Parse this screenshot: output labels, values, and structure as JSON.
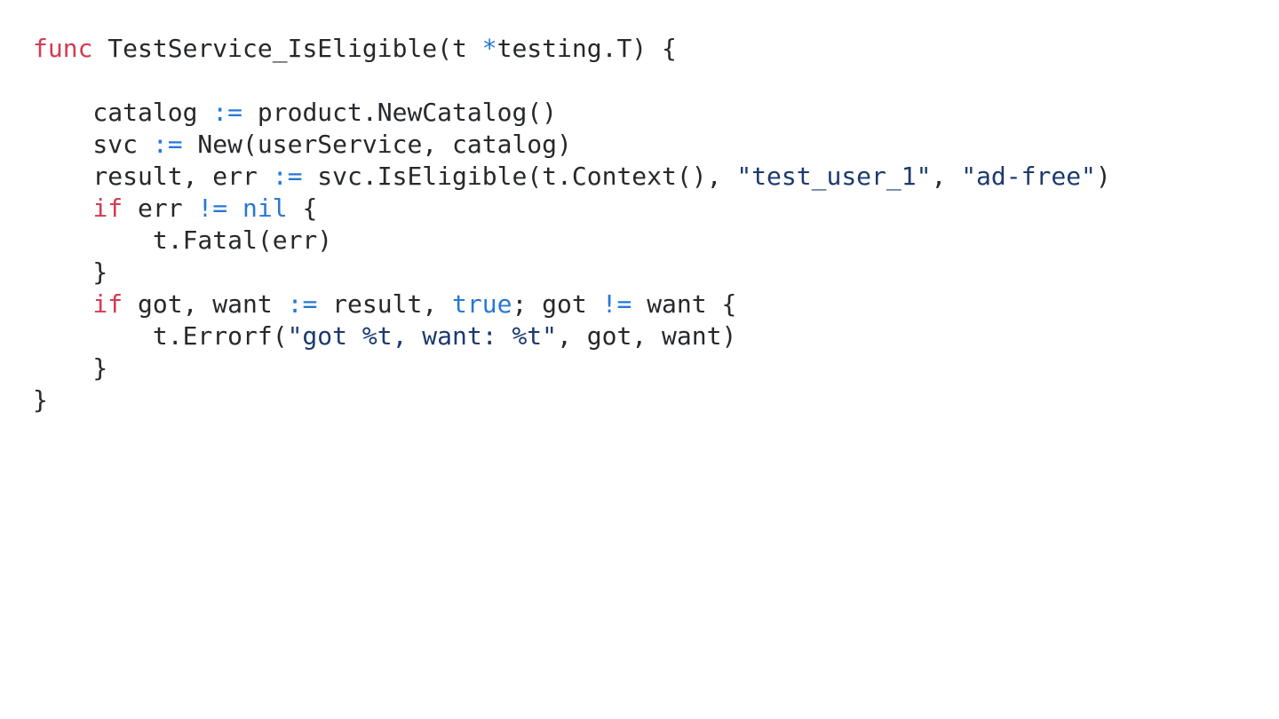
{
  "editor": {
    "language": "go",
    "background": "#ffffff",
    "palette": {
      "default": "#26282c",
      "keyword": "#d63a52",
      "builtin": "#2878d2",
      "string": "#1c3a6e"
    },
    "code_lines": [
      {
        "tokens": [
          {
            "c": "keyword",
            "t": "func"
          },
          {
            "c": "default",
            "t": " TestService_IsEligible(t "
          },
          {
            "c": "builtin",
            "t": "*"
          },
          {
            "c": "default",
            "t": "testing.T) {"
          }
        ]
      },
      {
        "tokens": []
      },
      {
        "tokens": [
          {
            "c": "default",
            "t": "    catalog "
          },
          {
            "c": "builtin",
            "t": ":="
          },
          {
            "c": "default",
            "t": " product.NewCatalog()"
          }
        ]
      },
      {
        "tokens": [
          {
            "c": "default",
            "t": "    svc "
          },
          {
            "c": "builtin",
            "t": ":="
          },
          {
            "c": "default",
            "t": " New(userService, catalog)"
          }
        ]
      },
      {
        "tokens": [
          {
            "c": "default",
            "t": "    result, err "
          },
          {
            "c": "builtin",
            "t": ":="
          },
          {
            "c": "default",
            "t": " svc.IsEligible(t.Context(), "
          },
          {
            "c": "string",
            "t": "\"test_user_1\""
          },
          {
            "c": "default",
            "t": ", "
          },
          {
            "c": "string",
            "t": "\"ad-free\""
          },
          {
            "c": "default",
            "t": ")"
          }
        ]
      },
      {
        "tokens": [
          {
            "c": "default",
            "t": "    "
          },
          {
            "c": "keyword",
            "t": "if"
          },
          {
            "c": "default",
            "t": " err "
          },
          {
            "c": "builtin",
            "t": "!="
          },
          {
            "c": "default",
            "t": " "
          },
          {
            "c": "builtin",
            "t": "nil"
          },
          {
            "c": "default",
            "t": " {"
          }
        ]
      },
      {
        "tokens": [
          {
            "c": "default",
            "t": "        t.Fatal(err)"
          }
        ]
      },
      {
        "tokens": [
          {
            "c": "default",
            "t": "    }"
          }
        ]
      },
      {
        "tokens": [
          {
            "c": "default",
            "t": "    "
          },
          {
            "c": "keyword",
            "t": "if"
          },
          {
            "c": "default",
            "t": " got, want "
          },
          {
            "c": "builtin",
            "t": ":="
          },
          {
            "c": "default",
            "t": " result, "
          },
          {
            "c": "builtin",
            "t": "true"
          },
          {
            "c": "default",
            "t": "; got "
          },
          {
            "c": "builtin",
            "t": "!="
          },
          {
            "c": "default",
            "t": " want {"
          }
        ]
      },
      {
        "tokens": [
          {
            "c": "default",
            "t": "        t.Errorf("
          },
          {
            "c": "string",
            "t": "\"got %t, want: %t\""
          },
          {
            "c": "default",
            "t": ", got, want)"
          }
        ]
      },
      {
        "tokens": [
          {
            "c": "default",
            "t": "    }"
          }
        ]
      },
      {
        "tokens": [
          {
            "c": "default",
            "t": "}"
          }
        ]
      }
    ]
  }
}
